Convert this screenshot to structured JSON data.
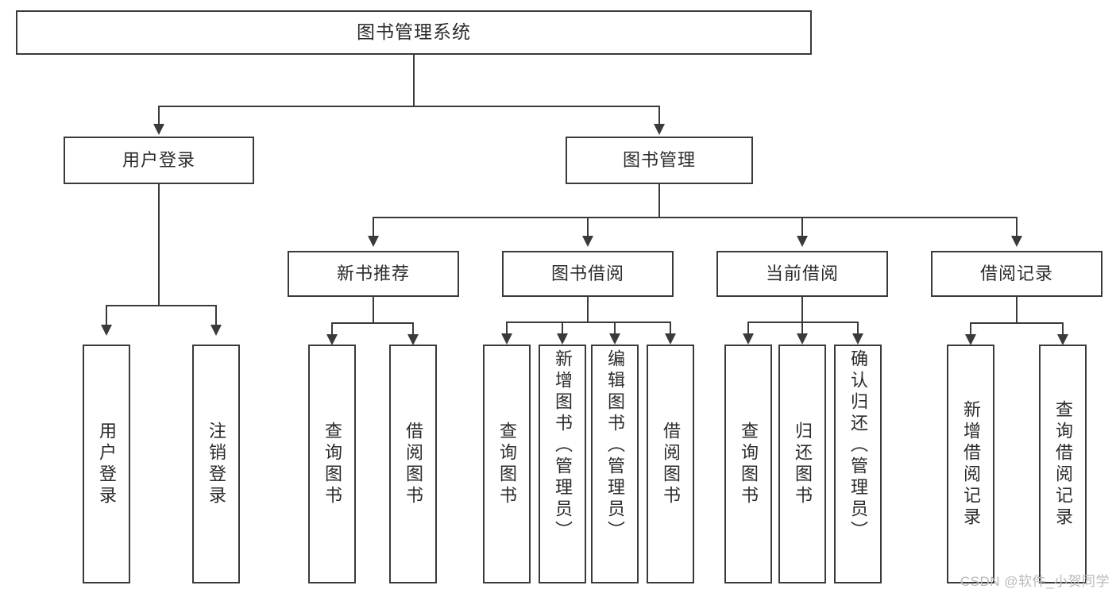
{
  "diagram": {
    "title": "图书管理系统",
    "watermark": "CSDN @软件_小贺同学",
    "root": {
      "label": "图书管理系统"
    },
    "level2": [
      {
        "label": "用户登录"
      },
      {
        "label": "图书管理"
      }
    ],
    "level3": [
      {
        "label": "新书推荐"
      },
      {
        "label": "图书借阅"
      },
      {
        "label": "当前借阅"
      },
      {
        "label": "借阅记录"
      }
    ],
    "leaves": [
      {
        "label": "用户登录"
      },
      {
        "label": "注销登录"
      },
      {
        "label": "查询图书"
      },
      {
        "label": "借阅图书"
      },
      {
        "label": "查询图书"
      },
      {
        "label": "新增图书（管理员）"
      },
      {
        "label": "编辑图书（管理员）"
      },
      {
        "label": "借阅图书"
      },
      {
        "label": "查询图书"
      },
      {
        "label": "归还图书"
      },
      {
        "label": "确认归还（管理员）"
      },
      {
        "label": "新增借阅记录"
      },
      {
        "label": "查询借阅记录"
      }
    ],
    "colors": {
      "stroke": "#3a3a3a",
      "fill": "#ffffff",
      "text": "#2b2b2b",
      "watermark": "#b9b9b9"
    }
  }
}
